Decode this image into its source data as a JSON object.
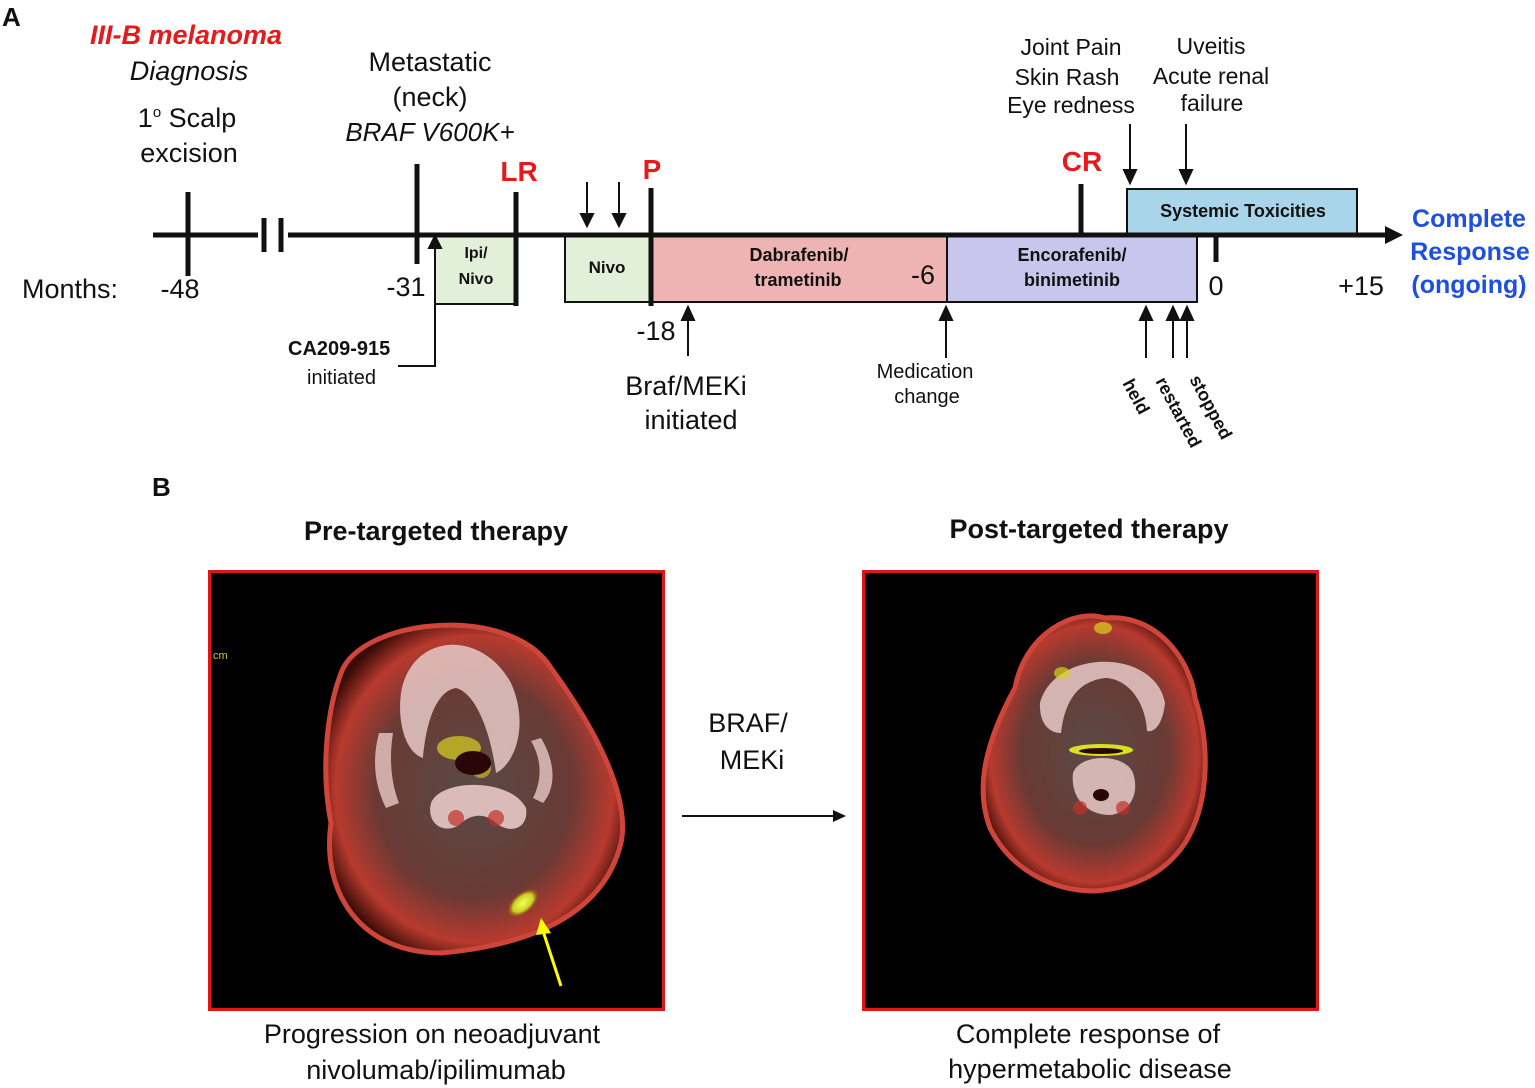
{
  "panels": {
    "a": "A",
    "b": "B"
  },
  "timeline": {
    "axis_label": "Months:",
    "ticks": [
      "-48",
      "-31",
      "-18",
      "-6",
      "0",
      "+15"
    ],
    "events": {
      "diagnosis_title": "III-B melanoma",
      "diagnosis_sub": "Diagnosis",
      "scalp_line1": "1",
      "scalp_sup": "o",
      "scalp_line1_rest": " Scalp",
      "scalp_line2": "excision",
      "metastatic_line1": "Metastatic",
      "metastatic_line2": "(neck)",
      "metastatic_line3": "BRAF V600K+",
      "lr": "LR",
      "p": "P",
      "cr": "CR",
      "tox1_line1": "Joint Pain",
      "tox1_line2": "Skin Rash",
      "tox1_line3": "Eye redness",
      "tox2_line1": "Uveitis",
      "tox2_line2": "Acute renal",
      "tox2_line3": "failure",
      "outcome_line1": "Complete",
      "outcome_line2": "Response",
      "outcome_line3": "(ongoing)"
    },
    "boxes": {
      "ipi_nivo_1": "Ipi/",
      "ipi_nivo_2": "Nivo",
      "nivo": "Nivo",
      "dab_1": "Dabrafenib/",
      "dab_2": "trametinib",
      "enc_1": "Encorafenib/",
      "enc_2": "binimetinib",
      "systemic": "Systemic Toxicities"
    },
    "annotations": {
      "ca_1": "CA209-915",
      "ca_2": "initiated",
      "brafmeki_1": "Braf/MEKi",
      "brafmeki_2": "initiated",
      "med_1": "Medication",
      "med_2": "change",
      "held": "held",
      "restarted": "restarted",
      "stopped": "stopped"
    },
    "colors": {
      "red": "#e41a1c",
      "blue": "#1f4fe0",
      "ipi_nivo_fill": "#e2efd9",
      "dab_fill": "#eeb4b4",
      "enc_fill": "#c9c6ee",
      "systemic_fill": "#a9d5ea"
    }
  },
  "scans": {
    "pre_title": "Pre-targeted therapy",
    "post_title": "Post-targeted therapy",
    "pre_caption_1": "Progression on neoadjuvant",
    "pre_caption_2": "nivolumab/ipilimumab",
    "post_caption_1": "Complete response of",
    "post_caption_2": "hypermetabolic disease",
    "arrow_label_1": "BRAF/",
    "arrow_label_2": "MEKi",
    "scale_text": "cm"
  }
}
